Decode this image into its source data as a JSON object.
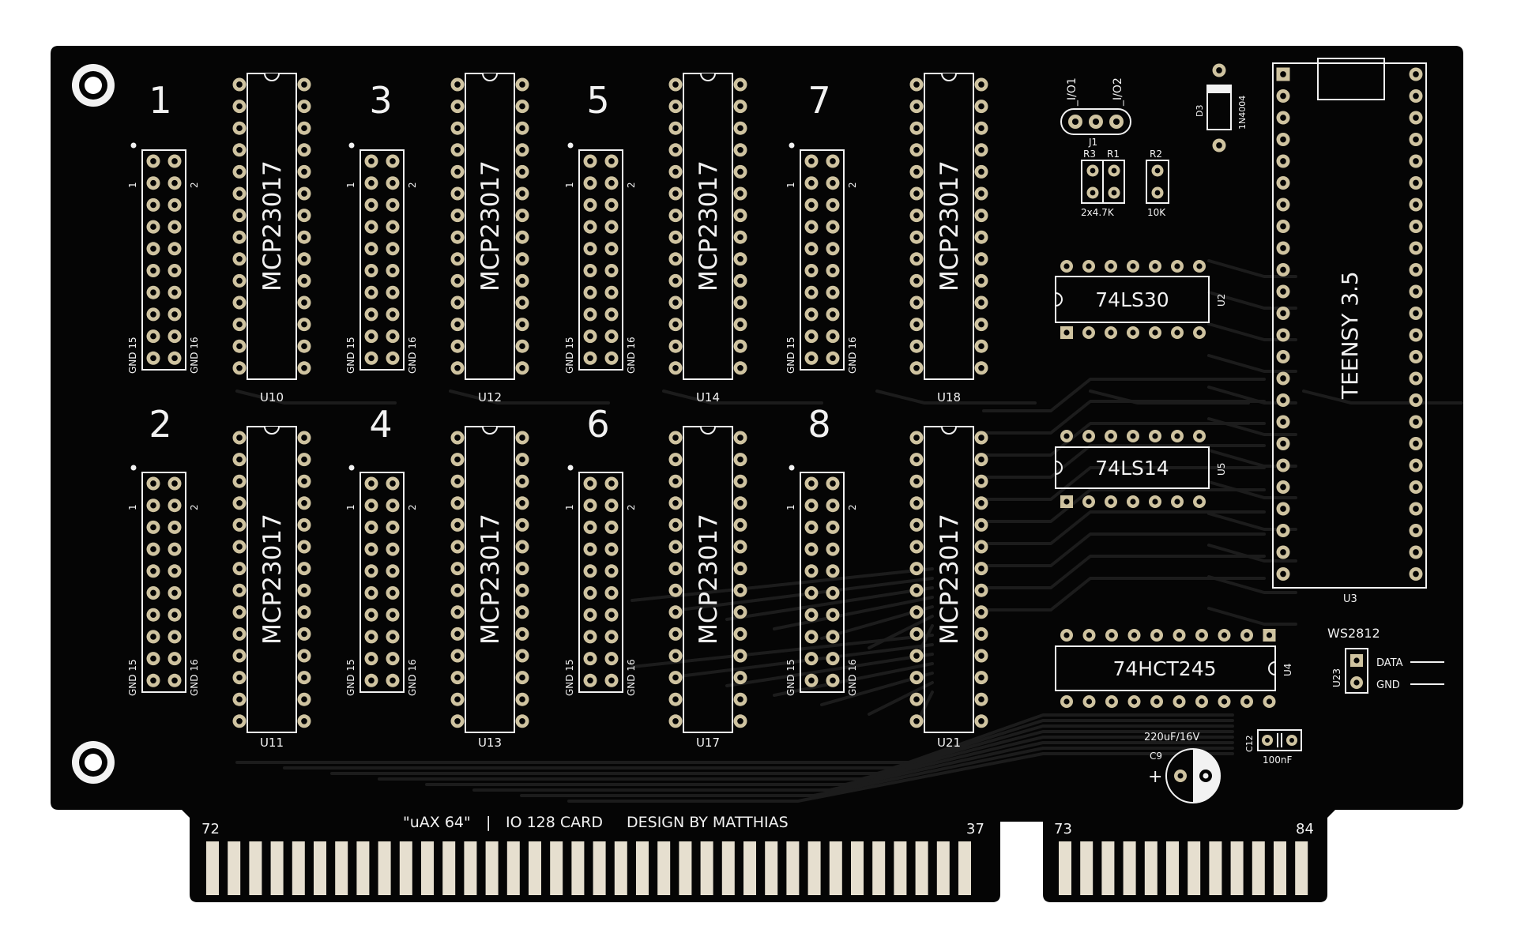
{
  "colors": {
    "board": "#050505",
    "silk": "#f2f2f2",
    "trace": "#1c1c1c",
    "pad": "#cfc3a0",
    "finger": "#e6dfcf",
    "background": "#ffffff"
  },
  "headers": [
    {
      "num": "1",
      "pin1": "1",
      "pin2": "2",
      "gnd1": "GND 15",
      "gnd2": "GND 16"
    },
    {
      "num": "2",
      "pin1": "1",
      "pin2": "2",
      "gnd1": "GND 15",
      "gnd2": "GND 16"
    },
    {
      "num": "3",
      "pin1": "1",
      "pin2": "2",
      "gnd1": "GND 15",
      "gnd2": "GND 16"
    },
    {
      "num": "4",
      "pin1": "1",
      "pin2": "2",
      "gnd1": "GND 15",
      "gnd2": "GND 16"
    },
    {
      "num": "5",
      "pin1": "1",
      "pin2": "2",
      "gnd1": "GND 15",
      "gnd2": "GND 16"
    },
    {
      "num": "6",
      "pin1": "1",
      "pin2": "2",
      "gnd1": "GND 15",
      "gnd2": "GND 16"
    },
    {
      "num": "7",
      "pin1": "1",
      "pin2": "2",
      "gnd1": "GND 15",
      "gnd2": "GND 16"
    },
    {
      "num": "8",
      "pin1": "1",
      "pin2": "2",
      "gnd1": "GND 15",
      "gnd2": "GND 16"
    }
  ],
  "expanders": [
    {
      "name": "MCP23017",
      "ref": "U10"
    },
    {
      "name": "MCP23017",
      "ref": "U11"
    },
    {
      "name": "MCP23017",
      "ref": "U12"
    },
    {
      "name": "MCP23017",
      "ref": "U13"
    },
    {
      "name": "MCP23017",
      "ref": "U14"
    },
    {
      "name": "MCP23017",
      "ref": "U17"
    },
    {
      "name": "MCP23017",
      "ref": "U18"
    },
    {
      "name": "MCP23017",
      "ref": "U21"
    }
  ],
  "logic": {
    "u2": {
      "name": "74LS30",
      "ref": "U2"
    },
    "u5": {
      "name": "74LS14",
      "ref": "U5"
    },
    "u4": {
      "name": "74HCT245",
      "ref": "U4"
    }
  },
  "teensy": {
    "name": "TEENSY 3.5",
    "ref": "U3"
  },
  "j1": {
    "ref": "J1",
    "pin_a": "_I/O1",
    "pin_b": "_I/O2"
  },
  "resistors": {
    "r3": "R3",
    "r1": "R1",
    "r2": "R2",
    "value_pair": "2x4.7K",
    "value_r2": "10K"
  },
  "diode": {
    "ref": "D3",
    "part": "1N4004"
  },
  "led": {
    "name": "WS2812",
    "ref": "U23",
    "data": "DATA",
    "gnd": "GND"
  },
  "c9": {
    "ref": "C9",
    "value": "220uF/16V",
    "plus": "+"
  },
  "c12": {
    "ref": "C12",
    "value": "100nF"
  },
  "edge": {
    "n72": "72",
    "n37": "37",
    "n73": "73",
    "n84": "84"
  },
  "title": {
    "model": "\"uAX 64\"",
    "separator": "|",
    "card": "IO 128 CARD",
    "design": "DESIGN BY MATTHIAS"
  }
}
